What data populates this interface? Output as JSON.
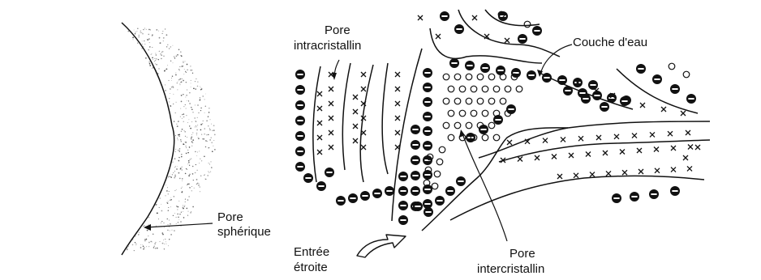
{
  "labels": {
    "pore_intra_line1": "Pore",
    "pore_intra_line2": "intracristallin",
    "couche_eau": "Couche d'eau",
    "pore_spherique_line1": "Pore",
    "pore_spherique_line2": "sphérique",
    "entree_line1": "Entrée",
    "entree_line2": "étroite",
    "pore_inter_line1": "Pore",
    "pore_inter_line2": "intercristallin"
  },
  "legend_symbols": {
    "filled_circle": "black circle with white horizontal bar",
    "open_circle": "small open circle",
    "cross": "x mark"
  },
  "colors": {
    "ink": "#111111",
    "background": "#ffffff"
  }
}
